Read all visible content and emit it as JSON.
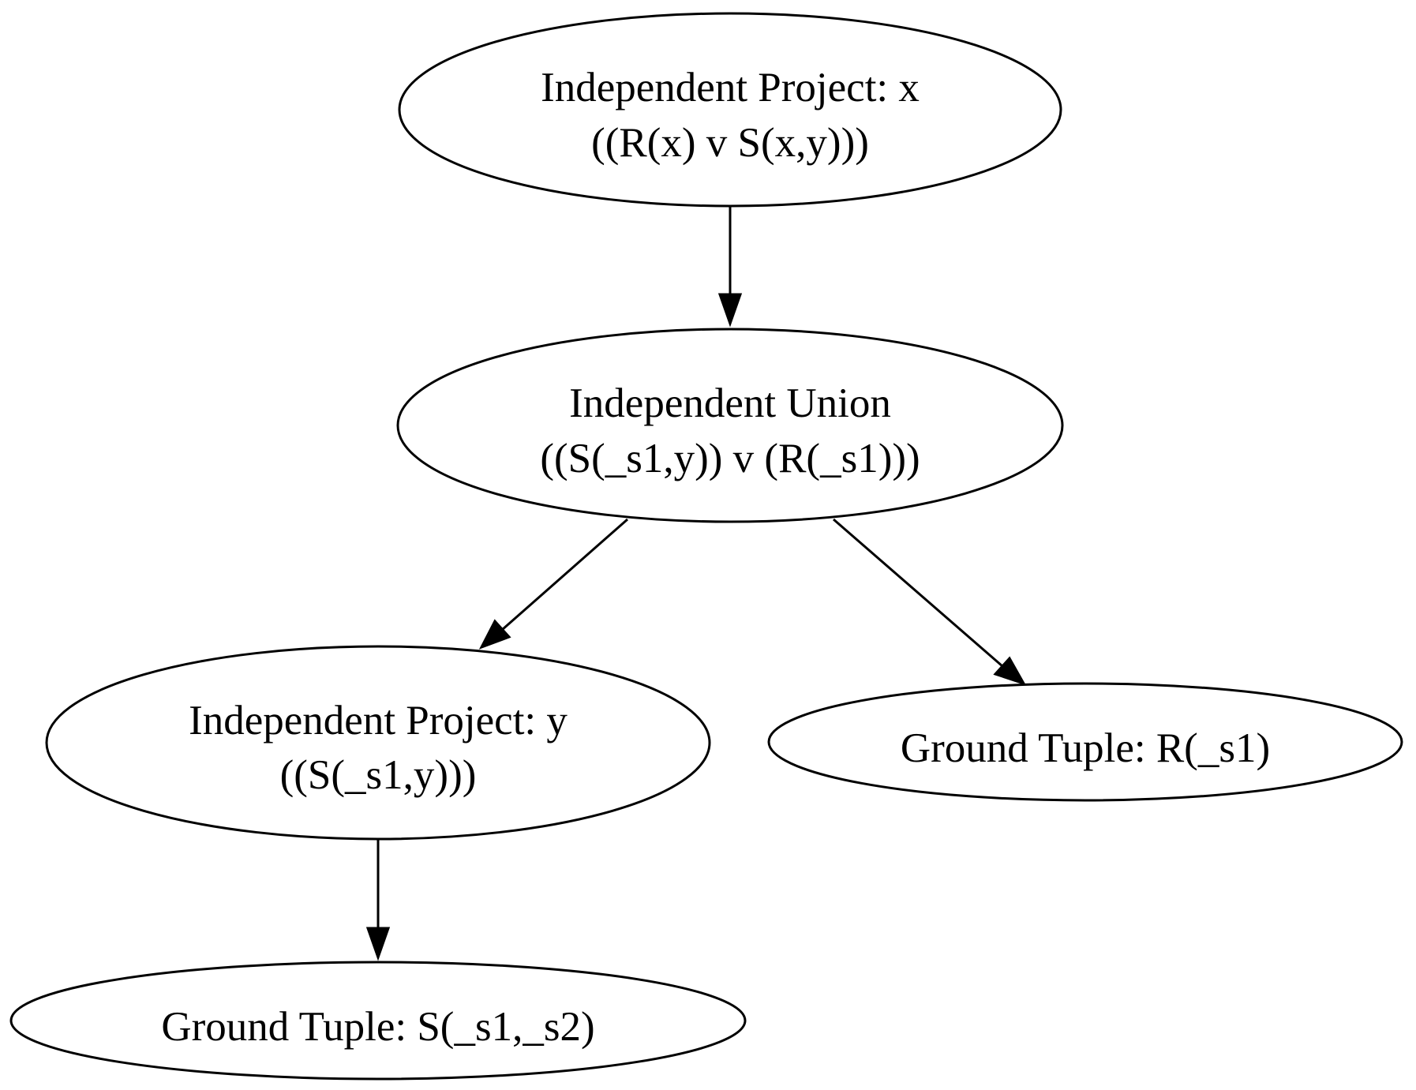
{
  "nodes": {
    "project_x": {
      "line1": "Independent Project: x",
      "line2": "((R(x) v S(x,y)))"
    },
    "union": {
      "line1": "Independent Union",
      "line2": "((S(_s1,y)) v (R(_s1)))"
    },
    "project_y": {
      "line1": "Independent Project: y",
      "line2": "((S(_s1,y)))"
    },
    "ground_r": {
      "line1": "Ground Tuple: R(_s1)"
    },
    "ground_s": {
      "line1": "Ground Tuple: S(_s1,_s2)"
    }
  },
  "edges": [
    {
      "from": "project_x",
      "to": "union"
    },
    {
      "from": "union",
      "to": "project_y"
    },
    {
      "from": "union",
      "to": "ground_r"
    },
    {
      "from": "project_y",
      "to": "ground_s"
    }
  ]
}
